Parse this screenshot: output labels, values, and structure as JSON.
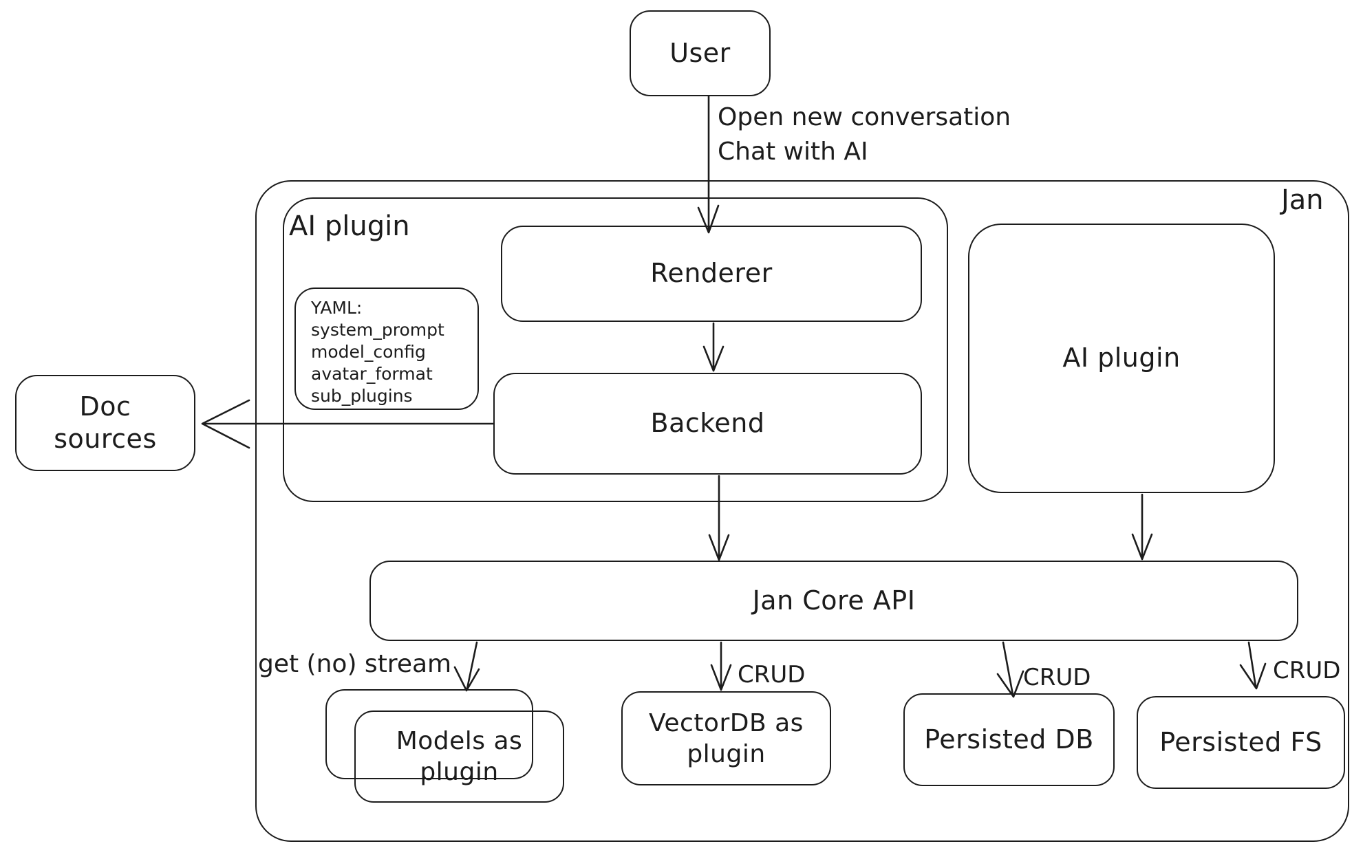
{
  "diagram": {
    "container_title": "Jan",
    "nodes": {
      "user": {
        "label": "User"
      },
      "plugin_group": {
        "label": "AI plugin"
      },
      "renderer": {
        "label": "Renderer"
      },
      "backend": {
        "label": "Backend"
      },
      "yaml_note": {
        "lines": [
          "YAML:",
          "system_prompt",
          "model_config",
          "avatar_format",
          "sub_plugins"
        ]
      },
      "ai_plugin_right": {
        "label": "AI plugin"
      },
      "doc_sources": {
        "label": "Doc sources"
      },
      "jan_core_api": {
        "label": "Jan Core API"
      },
      "models_plugin": {
        "label": "Models as plugin"
      },
      "vectordb_plugin": {
        "label": "VectorDB as plugin"
      },
      "persisted_db": {
        "label": "Persisted DB"
      },
      "persisted_fs": {
        "label": "Persisted FS"
      }
    },
    "edge_labels": {
      "user_to_renderer_line1": "Open new conversation",
      "user_to_renderer_line2": "Chat with AI",
      "api_to_models": "get (no) stream",
      "api_to_vectordb": "CRUD",
      "api_to_persisted_db": "CRUD",
      "api_to_persisted_fs": "CRUD"
    },
    "colors": {
      "ink": "#1c1c1c",
      "background": "#ffffff"
    }
  }
}
